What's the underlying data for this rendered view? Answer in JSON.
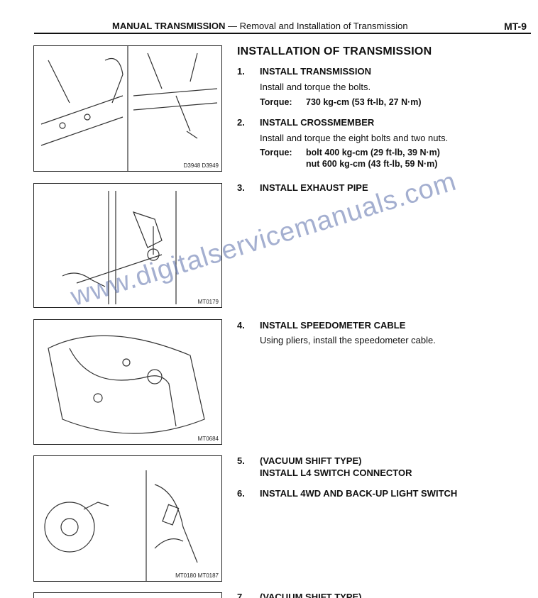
{
  "header": {
    "section": "MANUAL TRANSMISSION",
    "subtitle": "— Removal and Installation of Transmission",
    "page": "MT-9"
  },
  "title": "INSTALLATION OF TRANSMISSION",
  "steps": [
    {
      "num": "1.",
      "title": "INSTALL TRANSMISSION",
      "text": "Install and torque the bolts.",
      "torque_label": "Torque:",
      "torque": [
        "730 kg-cm (53 ft-lb, 27 N·m)"
      ]
    },
    {
      "num": "2.",
      "title": "INSTALL CROSSMEMBER",
      "text": "Install and torque the eight bolts and two nuts.",
      "torque_label": "Torque:",
      "torque": [
        "bolt 400 kg-cm (29 ft-lb, 39 N·m)",
        "nut 600 kg-cm (43 ft-lb, 59 N·m)"
      ]
    },
    {
      "num": "3.",
      "title": "INSTALL EXHAUST PIPE"
    },
    {
      "num": "4.",
      "title": "INSTALL SPEEDOMETER CABLE",
      "text": "Using pliers, install the speedometer cable."
    },
    {
      "num": "5.",
      "title": "(VACUUM SHIFT TYPE)",
      "title2": "INSTALL L4 SWITCH CONNECTOR"
    },
    {
      "num": "6.",
      "title": "INSTALL 4WD AND BACK-UP LIGHT SWITCH"
    },
    {
      "num": "7.",
      "title": "(VACUUM SHIFT TYPE)"
    }
  ],
  "figures": [
    "D3948 D3949",
    "MT0179",
    "MT0684",
    "MT0180 MT0187"
  ],
  "watermark": "www.digitalservicemanuals.com"
}
